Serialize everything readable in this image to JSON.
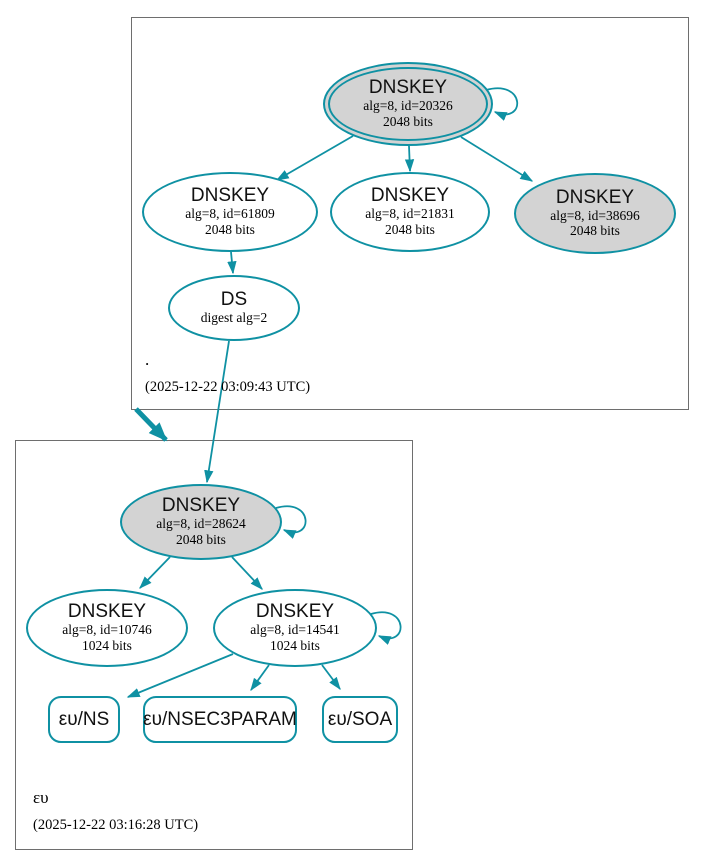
{
  "meta": {
    "colors": {
      "secure_edge": "#0f91a3",
      "key_gray_fill": "#d3d3d3",
      "node_fill": "#ffffff",
      "cluster_border": "#6e6e6e"
    }
  },
  "top": {
    "label": ".",
    "timestamp": "(2025-12-22 03:09:43 UTC)",
    "ksk": {
      "title": "DNSKEY",
      "detail": "alg=8, id=20326",
      "bits": "2048 bits"
    },
    "key61809": {
      "title": "DNSKEY",
      "detail": "alg=8, id=61809",
      "bits": "2048 bits"
    },
    "key21831": {
      "title": "DNSKEY",
      "detail": "alg=8, id=21831",
      "bits": "2048 bits"
    },
    "key38696": {
      "title": "DNSKEY",
      "detail": "alg=8, id=38696",
      "bits": "2048 bits"
    },
    "ds": {
      "title": "DS",
      "detail": "digest alg=2"
    }
  },
  "bottom": {
    "label": "ευ",
    "timestamp": "(2025-12-22 03:16:28 UTC)",
    "key28624": {
      "title": "DNSKEY",
      "detail": "alg=8, id=28624",
      "bits": "2048 bits"
    },
    "key10746": {
      "title": "DNSKEY",
      "detail": "alg=8, id=10746",
      "bits": "1024 bits"
    },
    "key14541": {
      "title": "DNSKEY",
      "detail": "alg=8, id=14541",
      "bits": "1024 bits"
    },
    "rrsets": {
      "ns": "ευ/NS",
      "nsec3param": "ευ/NSEC3PARAM",
      "soa": "ευ/SOA"
    }
  }
}
